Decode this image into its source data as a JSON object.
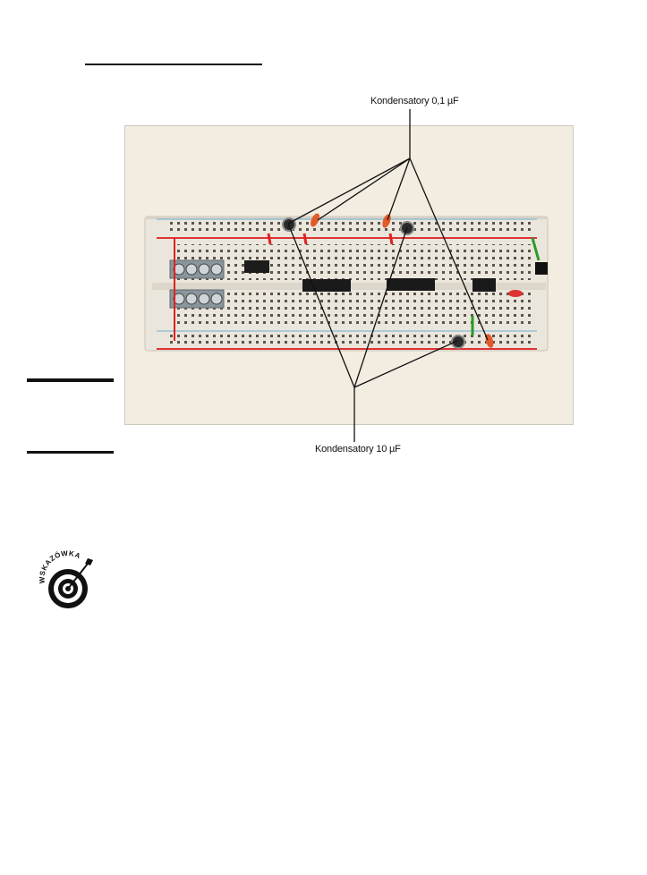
{
  "figure": {
    "callouts": {
      "top": "Kondensatory 0,1 µF",
      "bottom": "Kondensatory 10 µF"
    }
  },
  "tip_icon": {
    "label": "WSKAZÓWKA",
    "icon": "target-icon"
  }
}
